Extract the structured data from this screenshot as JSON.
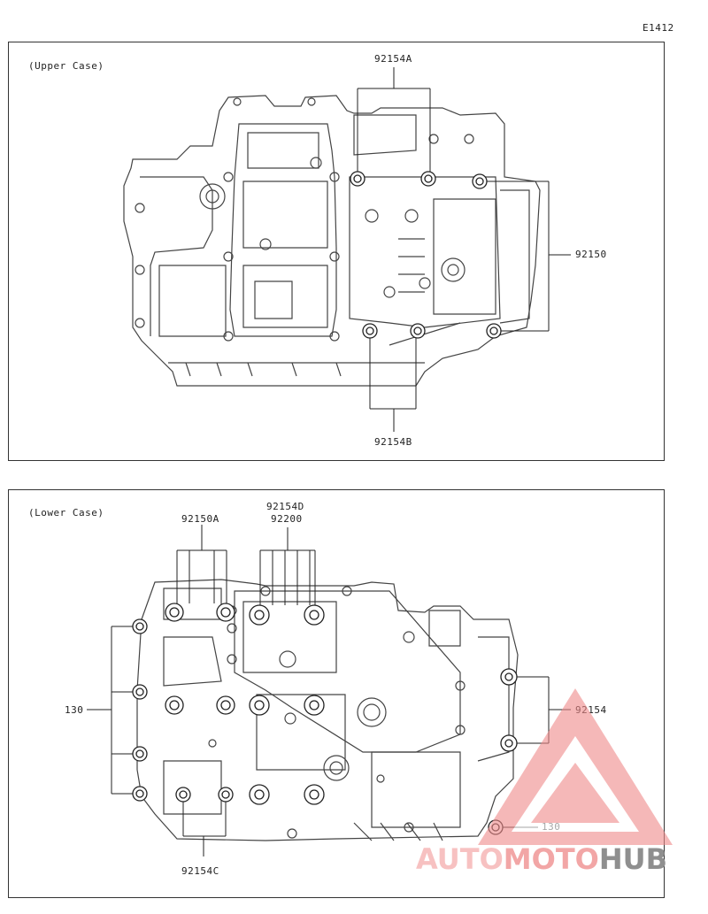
{
  "doc_code": "E1412",
  "upper": {
    "title": "(Upper Case)",
    "labels": {
      "a": "92154A",
      "b": "92154B",
      "c": "92150"
    }
  },
  "lower": {
    "title": "(Lower Case)",
    "labels": {
      "a": "92150A",
      "d1": "92154D",
      "d2": "92200",
      "bolt130_left": "130",
      "bolt130_right": "130",
      "b92154": "92154",
      "c": "92154C"
    }
  },
  "watermark": {
    "part1": "AUTO",
    "part2": "MOTO",
    "part3": "HUB",
    "color1": "#f5b2b2",
    "color2": "#f5b2b2",
    "color3": "#9a9a9a"
  }
}
